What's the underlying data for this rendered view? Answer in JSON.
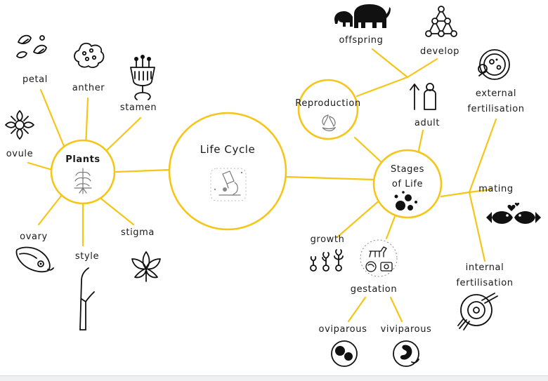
{
  "nodes": {
    "life_cycle": "Life Cycle",
    "plants": "Plants",
    "reproduction": "Reproduction",
    "stages_line1": "Stages",
    "stages_line2": "of Life"
  },
  "labels": {
    "petal": "petal",
    "anther": "anther",
    "stamen": "stamen",
    "ovule": "ovule",
    "ovary": "ovary",
    "style": "style",
    "stigma": "stigma",
    "offspring": "offspring",
    "develop": "develop",
    "adult": "adult",
    "external_line1": "external",
    "external_line2": "fertilisation",
    "mating": "mating",
    "internal_line1": "internal",
    "internal_line2": "fertilisation",
    "growth": "growth",
    "gestation": "gestation",
    "oviparous": "oviparous",
    "viviparous": "viviparous"
  },
  "colors": {
    "accent": "#f5c518",
    "ink": "#111111"
  },
  "icons": {
    "petal": "petals-icon",
    "anther": "anther-pollen-icon",
    "stamen": "stamen-icon",
    "ovule": "ovule-icon",
    "ovary": "ovary-icon",
    "style": "style-stem-icon",
    "stigma": "lily-flower-icon",
    "offspring": "elephants-icon",
    "develop": "network-triangle-icon",
    "adult": "adult-person-icon",
    "external": "petri-dish-icon",
    "mating": "kissing-fish-icon",
    "internal": "fertilisation-dish-icon",
    "growth": "seedlings-icon",
    "gestation": "gestation-collage-icon",
    "oviparous": "egg-icon",
    "viviparous": "embryo-icon",
    "plants": "plant-roots-icon",
    "life_cycle": "microscope-icon",
    "reproduction": "recycle-leaves-icon",
    "stages": "cell-dots-icon"
  }
}
